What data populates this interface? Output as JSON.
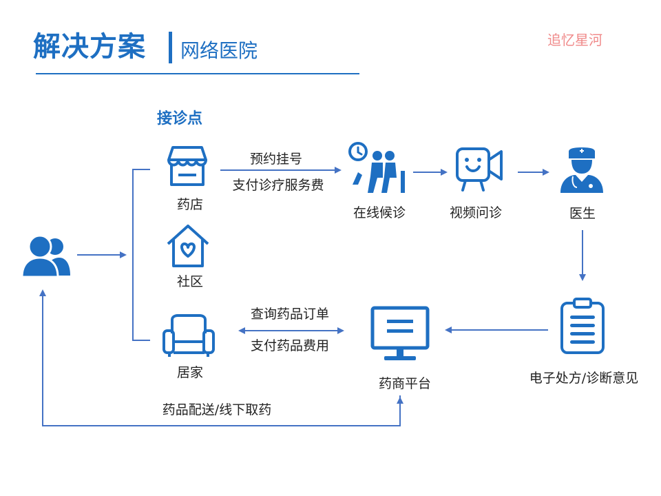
{
  "header": {
    "title": "解决方案",
    "subtitle": "网络医院",
    "brand": "追忆星河"
  },
  "colors": {
    "primary": "#1e6fc2",
    "arrow": "#4472c4",
    "brand": "#f08a8a",
    "text": "#222222"
  },
  "diagram": {
    "section_heading": "接诊点",
    "nodes": {
      "user": {
        "icon": "users-icon"
      },
      "pharmacy": {
        "label": "药店",
        "icon": "storefront-icon"
      },
      "community": {
        "label": "社区",
        "icon": "home-heart-icon"
      },
      "home": {
        "label": "居家",
        "icon": "armchair-icon"
      },
      "waiting": {
        "label": "在线候诊",
        "icon": "waiting-room-icon"
      },
      "video": {
        "label": "视频问诊",
        "icon": "video-call-icon"
      },
      "doctor": {
        "label": "医生",
        "icon": "doctor-icon"
      },
      "prescription": {
        "label": "电子处方/诊断意见",
        "icon": "clipboard-icon"
      },
      "platform": {
        "label": "药商平台",
        "icon": "monitor-icon"
      }
    },
    "edges": {
      "register": "预约挂号",
      "pay_service": "支付诊疗服务费",
      "query_order": "查询药品订单",
      "pay_drug": "支付药品费用",
      "delivery": "药品配送/线下取药"
    }
  }
}
